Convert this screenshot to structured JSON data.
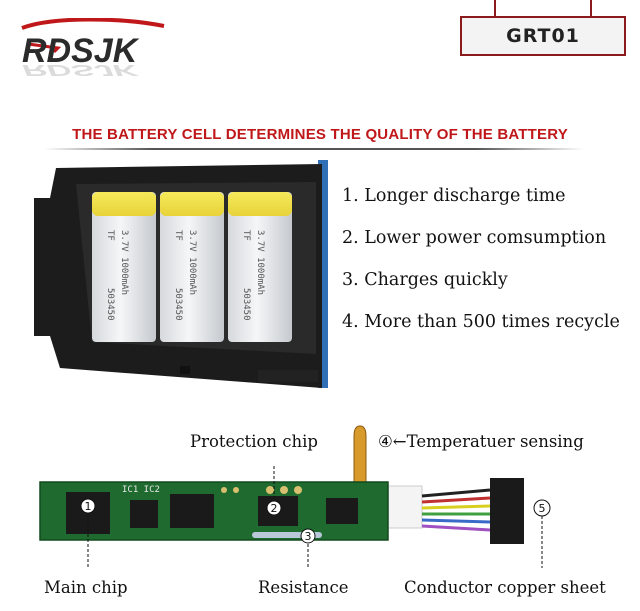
{
  "header": {
    "brand": "RDSJK",
    "model": "GRT01"
  },
  "headline": "THE BATTERY CELL DETERMINES THE QUALITY OF THE BATTERY",
  "features": [
    "1. Longer discharge time",
    "2. Lower power comsumption",
    "3. Charges quickly",
    "4. More than 500 times recycle"
  ],
  "cells": [
    {
      "brand": "TF",
      "model": "503450",
      "spec": "3.7V 1000mAh"
    },
    {
      "brand": "TF",
      "model": "503450",
      "spec": "3.7V 1000mAh"
    },
    {
      "brand": "TF",
      "model": "503450",
      "spec": "3.7V 1000mAh"
    }
  ],
  "pcb": {
    "silkscreen": "IC1 IC2",
    "labels": {
      "protection_chip": "Protection chip",
      "temperature": "④←Temperatuer sensing",
      "main_chip": "Main chip",
      "resistance": "Resistance",
      "copper": "Conductor copper sheet"
    },
    "markers": {
      "m1": "1",
      "m2": "2",
      "m3": "3",
      "m5": "5"
    }
  },
  "colors": {
    "brand_red": "#c0181a",
    "brand_dark": "#3a3a3a",
    "pcb_green": "#1f6b2f",
    "cell_yellow": "#f1e24a"
  }
}
